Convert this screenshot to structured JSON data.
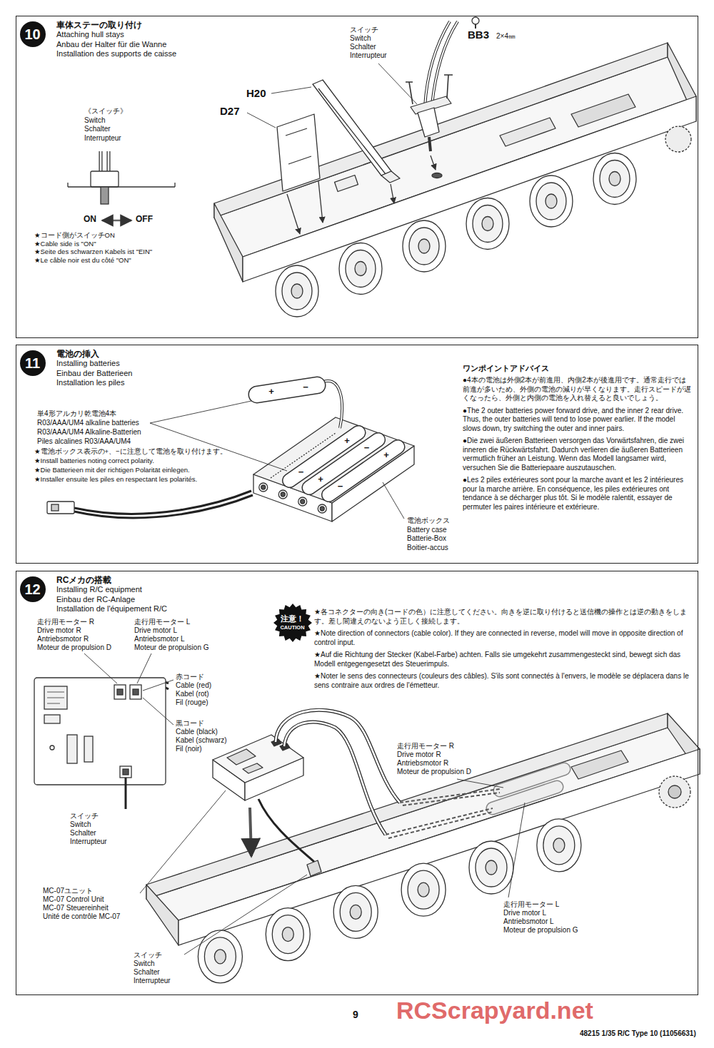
{
  "diagram": {
    "nodes": [
      {
        "text": [
          "車体ステーの取り付け",
          "Attaching hull stays",
          "Anbau der Halter für die Wanne",
          "Installation des supports de caisse"
        ]
      },
      {
        "text": [
          "10"
        ],
        "in": 0
      },
      {
        "text": [
          "電池の挿入",
          "Installing batteries",
          "Einbau der Batterieen",
          "Installation les piles"
        ]
      },
      {
        "text": [
          "11"
        ],
        "in": 2
      },
      {
        "text": [
          "RCメカの搭載",
          "Installing R/C equipment",
          "Einbau der RC-Anlage",
          "Installation de l'équipement R/C"
        ]
      },
      {
        "text": [
          "12"
        ],
        "in": 4
      },
      {
        "text": [
          "注意！",
          "CAUTION"
        ],
        "in": 4
      }
    ],
    "labels": [
      "《スイッチ》",
      "Switch",
      "Schalter",
      "Interrupteur",
      "ON",
      "OFF",
      "★コード側がスイッチON",
      "★Cable side is \"ON\"",
      "★Seite des schwarzen Kabels ist \"EIN\"",
      "★Le câble noir est du côté \"ON\"",
      "H20",
      "D27",
      "スイッチ",
      "Switch",
      "Schalter",
      "Interrupteur",
      "BB3",
      "2×4㎜",
      "単4形アルカリ乾電池4本",
      "R03/AAA/UM4 alkaline batteries",
      "R03/AAA/UM4 Alkaline-Batterien",
      "Piles alcalines R03/AAA/UM4",
      "★電池ボックス表示の+、−に注意して電池を取り付けます。",
      "★Install batteries noting correct polarity.",
      "★Die Batterieen mit der richtigen Polarität einlegen.",
      "★Installer ensuite les piles en respectant les polarités.",
      "+",
      "−",
      "+",
      "−",
      "−",
      "+",
      "+",
      "−",
      "電池ボックス",
      "Battery case",
      "Batterie-Box",
      "Boitier-accus",
      "ワンポイントアドバイス",
      "●4本の電池は外側2本が前進用、内側2本が後進用です。通常走行では前進が多いため、外側の電池の減りが早くなります。走行スピードが遅くなったら、外側と内側の電池を入れ替えると良いでしょう。",
      "●The 2 outer batteries power forward drive, and the inner 2 rear drive. Thus, the outer batteries will tend to lose power earlier. If the model slows down, try switching the outer and inner pairs.",
      "●Die zwei äußeren Batterieen versorgen das Vorwärtsfahren, die zwei inneren die Rückwärtsfahrt. Dadurch verlieren die äußeren Batterieen vermutlich früher an Leistung. Wenn das Modell langsamer wird, versuchen Sie die Batteriepaare auszutauschen.",
      "●Les 2 piles extérieures sont pour la marche avant et les 2 intérieures pour la marche arrière. En conséquence, les piles extérieures ont tendance à se décharger plus tôt. Si le modèle ralentit, essayer de permuter les paires intérieure et extérieure.",
      "★各コネクターの向き(コードの色）に注意してください。向きを逆に取り付けると送信機の操作とは逆の動きをします。差し間違えのないよう正しく接続します。",
      "★Note direction of connectors (cable color). If they are connected in reverse, model will move in opposite direction of control input.",
      "★Auf die Richtung der Stecker (Kabel-Farbe) achten. Falls sie umgekehrt zusammengesteckt sind, bewegt sich das Modell entgegengesetzt des Steuerimpuls.",
      "★Noter le sens des connecteurs (couleurs des câbles). S'ils sont connectés à l'envers, le modèle se déplacera dans le sens contraire aux ordres de l'émetteur.",
      "走行用モーター R",
      "Drive motor R",
      "Antriebsmotor R",
      "Moteur de propulsion D",
      "走行用モーター L",
      "Drive motor L",
      "Antriebsmotor L",
      "Moteur de propulsion G",
      "赤コード",
      "Cable (red)",
      "Kabel (rot)",
      "Fil (rouge)",
      "黒コード",
      "Cable (black)",
      "Kabel (schwarz)",
      "Fil (noir)",
      "スイッチ",
      "Switch",
      "Schalter",
      "Interrupteur",
      "MC-07ユニット",
      "MC-07 Control Unit",
      "MC-07 Steuereinheit",
      "Unité de contrôle MC-07",
      "スイッチ",
      "Switch",
      "Schalter",
      "Interrupteur",
      "走行用モーター R",
      "Drive motor R",
      "Antriebsmotor R",
      "Moteur de propulsion D",
      "走行用モーター L",
      "Drive motor L",
      "Antriebsmotor L",
      "Moteur de propulsion G",
      "9",
      "48215 1/35 R/C Type 10 (11056631)",
      "RCScrapyard.net"
    ]
  }
}
